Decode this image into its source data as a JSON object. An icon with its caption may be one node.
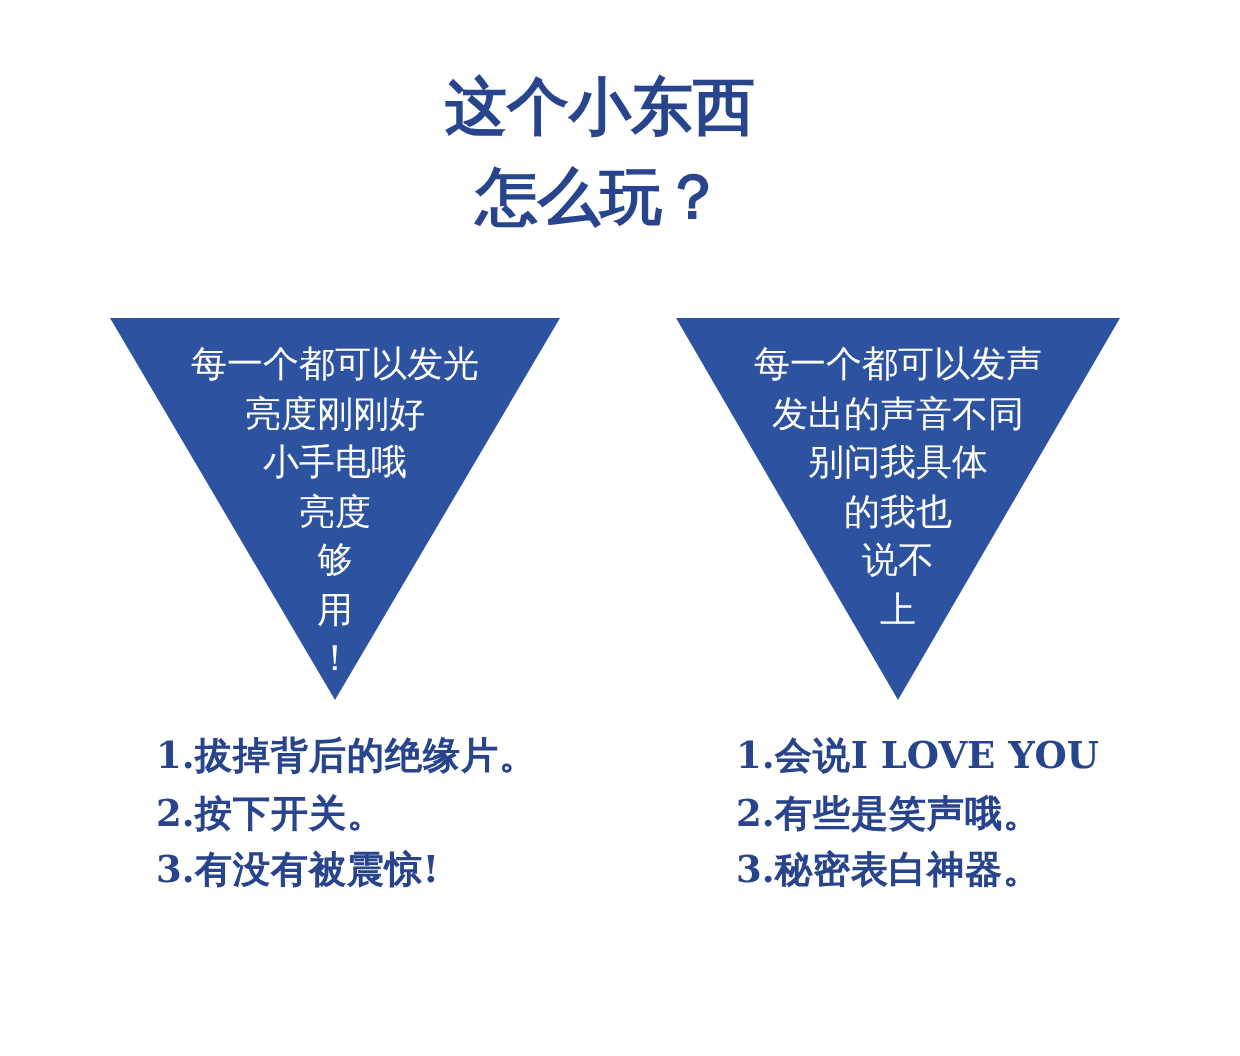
{
  "diagram": {
    "title": "这个小东西怎么玩？",
    "nodes": [
      {
        "text": [
          "每一个都可以发光亮度刚刚好小手电哦亮度够用！"
        ]
      },
      {
        "text": [
          "每一个都可以发声发出的声音不同别问我具体的我也说不上"
        ]
      }
    ],
    "labels": [
      "1.拔掉背后的绝缘片。",
      "2.按下开关。",
      "3.有没有被震惊!",
      "1.会说I LOVE YOU",
      "2.有些是笑声哦。",
      "3.秘密表白神器。"
    ]
  }
}
